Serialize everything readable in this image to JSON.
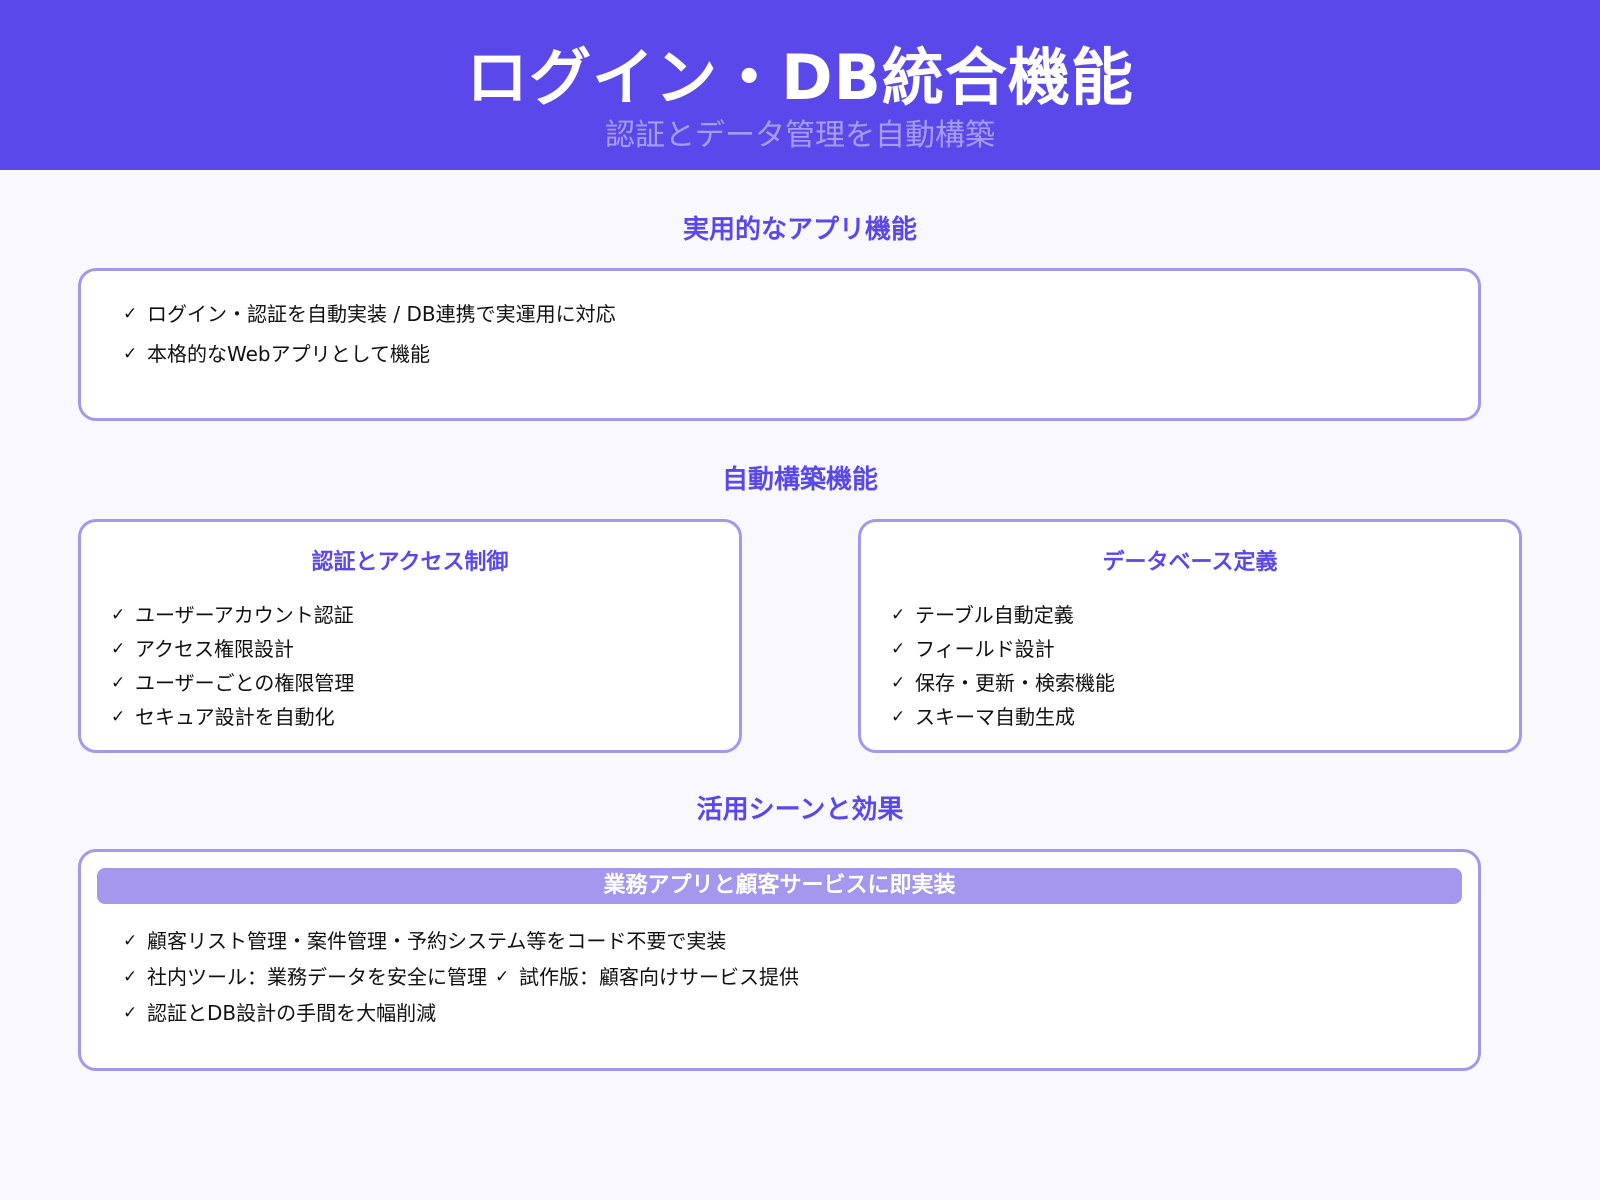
{
  "header": {
    "title": "ログイン・DB統合機能",
    "subtitle": "認証とデータ管理を自動構築"
  },
  "colors": {
    "primary": "#5b48ea",
    "border": "#a597ee",
    "background": "#f8f8fe",
    "subtitle": "#a69cf5"
  },
  "icons": {
    "check": "✓"
  },
  "sections": {
    "practical": {
      "title": "実用的なアプリ機能",
      "items": [
        "ログイン・認証を自動実装 / DB連携で実運用に対応",
        "本格的なWebアプリとして機能"
      ]
    },
    "auto_build": {
      "title": "自動構築機能",
      "auth": {
        "title": "認証とアクセス制御",
        "items": [
          "ユーザーアカウント認証",
          "アクセス権限設計",
          "ユーザーごとの権限管理",
          "セキュア設計を自動化"
        ]
      },
      "database": {
        "title": "データベース定義",
        "items": [
          "テーブル自動定義",
          "フィールド設計",
          "保存・更新・検索機能",
          "スキーマ自動生成"
        ]
      }
    },
    "usage": {
      "title": "活用シーンと効果",
      "banner": "業務アプリと顧客サービスに即実装",
      "items": [
        "顧客リスト管理・案件管理・予約システム等をコード不要で実装",
        "社内ツール：業務データを安全に管理",
        "試作版：顧客向けサービス提供",
        "認証とDB設計の手間を大幅削減"
      ]
    }
  }
}
